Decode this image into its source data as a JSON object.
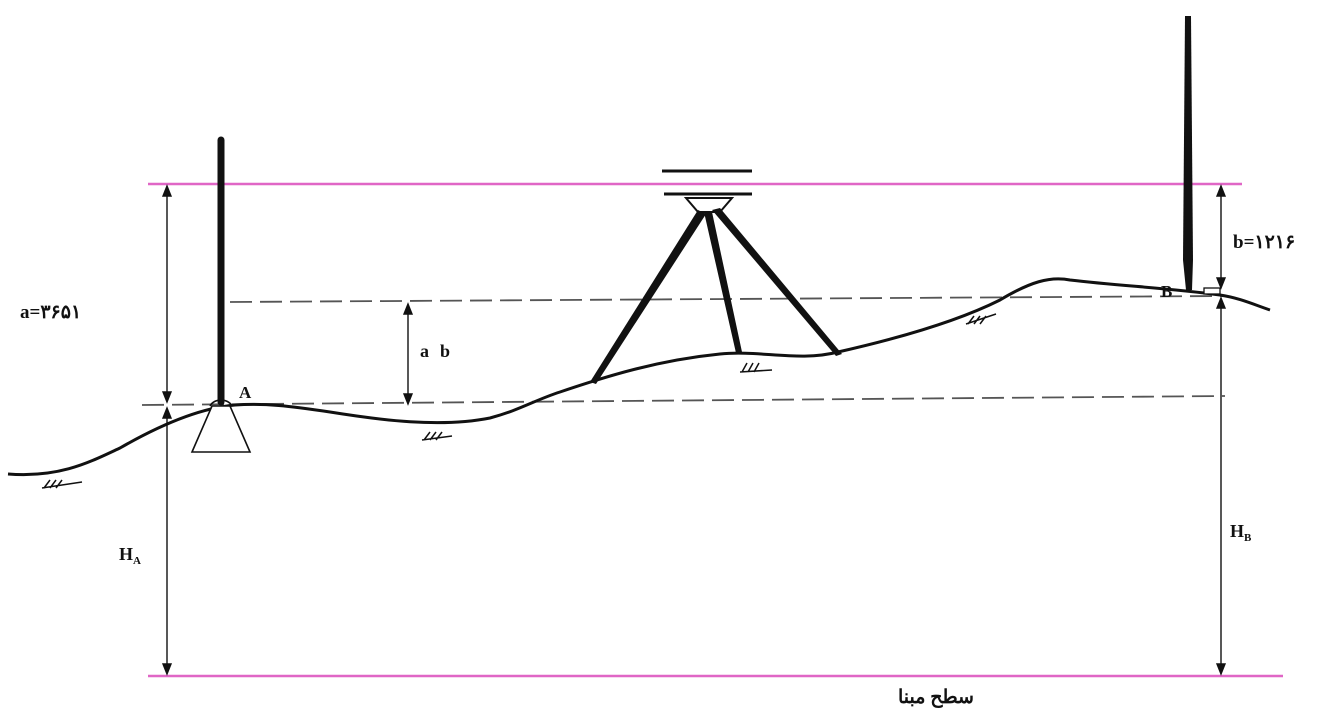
{
  "labels": {
    "point_a": "A",
    "point_b": "B",
    "backsight": "a=۳۶۵۱",
    "foresight": "b=۱۲۱۶",
    "difference_a": "a",
    "difference_b": "b",
    "height_a_main": "H",
    "height_a_sub": "A",
    "height_b_main": "H",
    "height_b_sub": "B",
    "datum": "سطح مبنا"
  },
  "colors": {
    "sight_line": "#e066c6",
    "ink": "#111111",
    "dashed": "#555555"
  },
  "icons": [
    "staff-a",
    "staff-b",
    "level-instrument",
    "tripod",
    "benchmark",
    "ground-hatch"
  ]
}
